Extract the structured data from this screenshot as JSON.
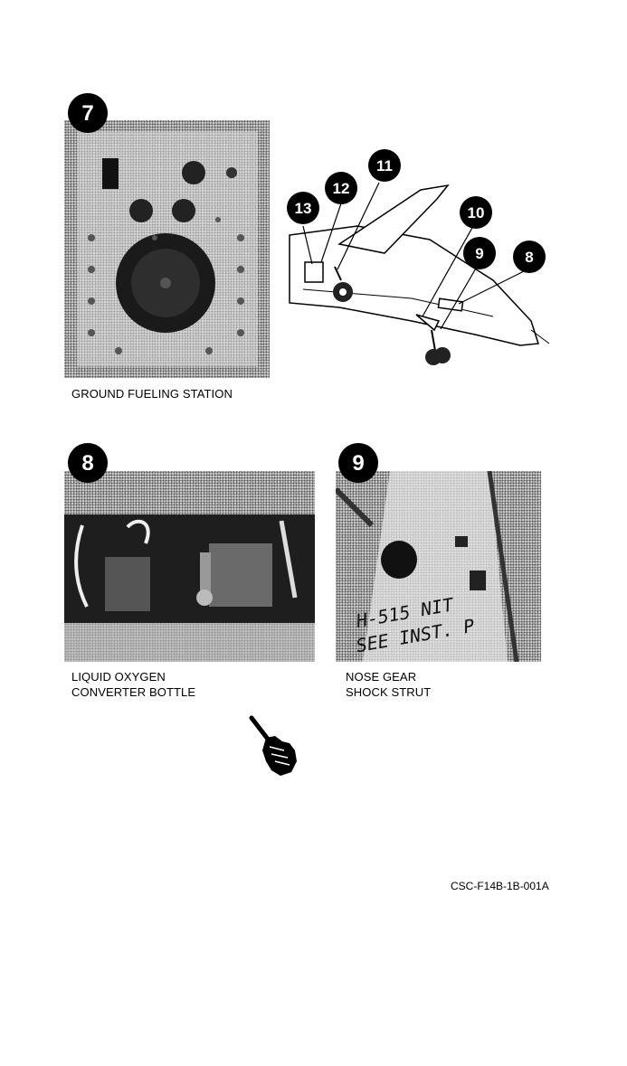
{
  "figures": [
    {
      "badge": "7",
      "caption": [
        "GROUND FUELING STATION"
      ]
    },
    {
      "badge": "8",
      "caption": [
        "LIQUID OXYGEN",
        "CONVERTER BOTTLE"
      ]
    },
    {
      "badge": "9",
      "caption": [
        "NOSE GEAR",
        "SHOCK STRUT"
      ]
    }
  ],
  "diagram_callouts": [
    "13",
    "12",
    "11",
    "10",
    "9",
    "8"
  ],
  "stencil_text": [
    "H-515 NIT",
    "SEE INST. P"
  ],
  "icon": "pointing-hand-icon",
  "document_id": "CSC-F14B-1B-001A"
}
